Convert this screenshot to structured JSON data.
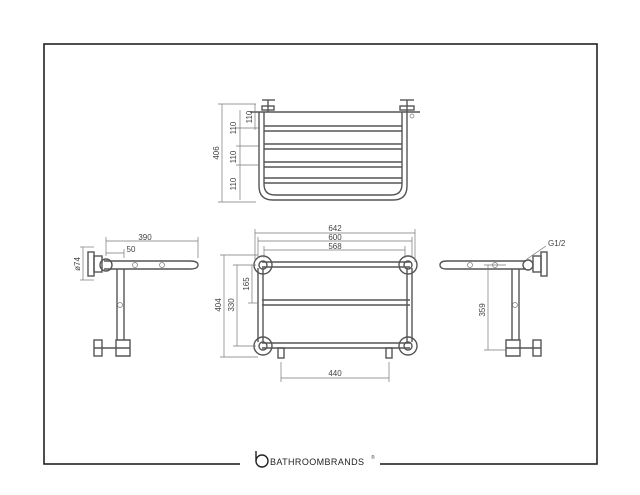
{
  "top_view": {
    "overall_depth": "406",
    "rail_spacing_1": "110",
    "rail_spacing_2": "110",
    "rail_spacing_3": "110",
    "rail_spacing_4": "110"
  },
  "front_view": {
    "overall_width": "642",
    "centres_width": "600",
    "inner_width": "568",
    "overall_height": "404",
    "centres_height": "330",
    "upper_gap": "165",
    "bottom_width": "440"
  },
  "left_side_view": {
    "diameter": "ø74",
    "projection": "390",
    "rail_offset": "50"
  },
  "right_side_view": {
    "valve_thread": "G1/2",
    "bracket_height": "359"
  },
  "brand": {
    "name": "BATHROOMBRANDS",
    "mark": "®",
    "logo_letter": "b"
  },
  "colors": {
    "line": "#555555",
    "frame": "#222222",
    "background": "#ffffff"
  }
}
